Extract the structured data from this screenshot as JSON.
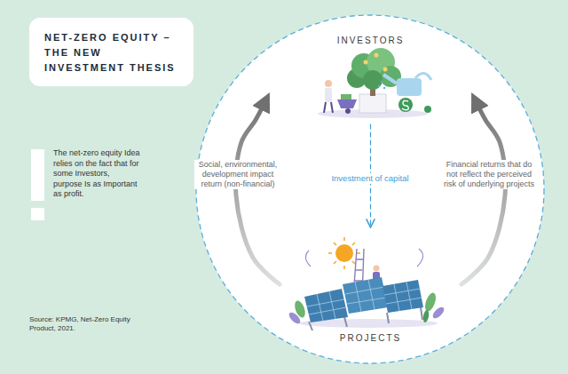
{
  "diagram": {
    "title": "NET-ZERO EQUITY – THE NEW INVESTMENT THESIS",
    "caption": "Source: KPMG, Net-Zero Equity Product, 2021.",
    "nodes": [
      {
        "text": [
          "INVESTORS"
        ]
      },
      {
        "text": [
          "PROJECTS"
        ]
      }
    ],
    "edges": [
      {
        "from": 0,
        "to": 1,
        "arrow": "to",
        "label": "Investment of capital"
      },
      {
        "from": 1,
        "to": 0,
        "arrow": "to",
        "label": "Social, environmental, development impact return (non-financial)"
      },
      {
        "from": 1,
        "to": 0,
        "arrow": "to",
        "label": "Financial returns that do not reflect the perceived risk of underlying projects"
      }
    ],
    "labels": [
      "The net-zero equity Idea relies on the fact that for some Investors, purpose Is as Important as profit."
    ]
  }
}
